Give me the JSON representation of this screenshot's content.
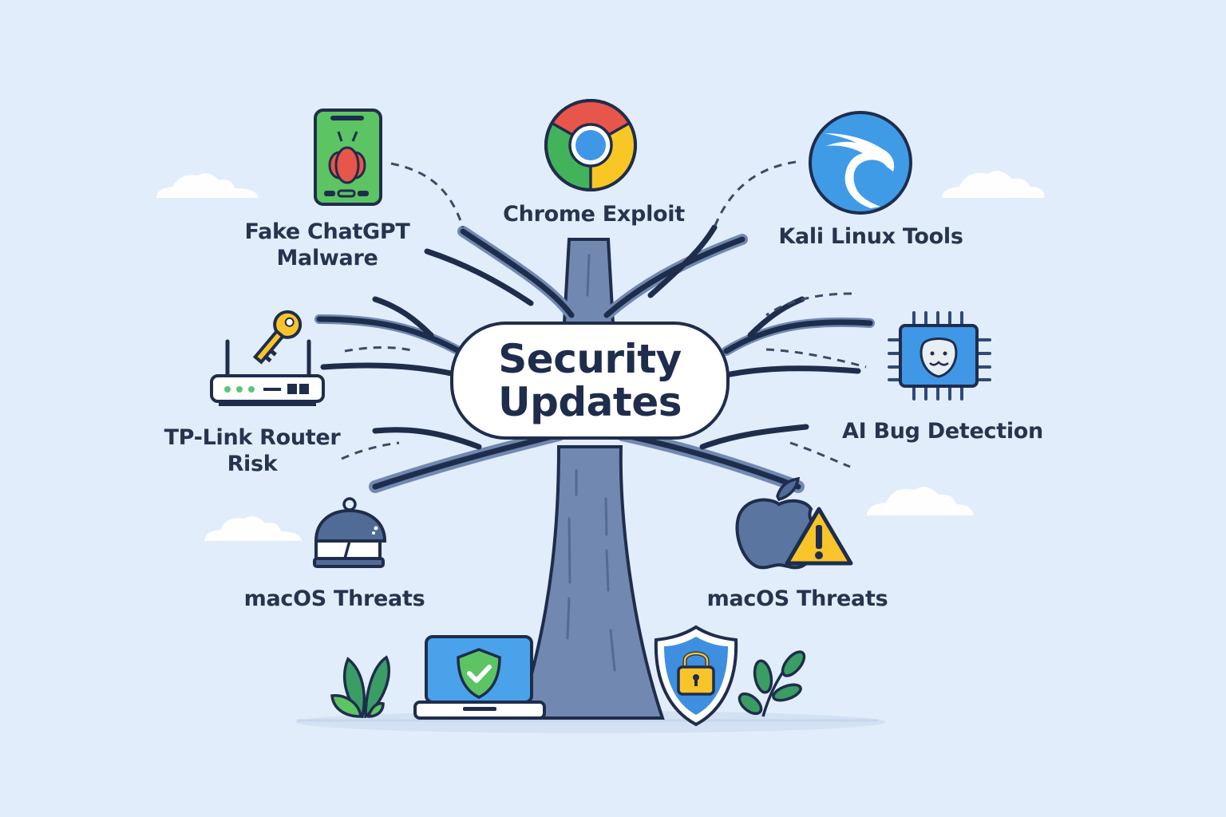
{
  "title": {
    "line1": "Security",
    "line2": "Updates"
  },
  "topics": [
    {
      "label_line1": "Fake ChatGPT",
      "label_line2": "Malware",
      "icon": "bug-phone-icon"
    },
    {
      "label_line1": "Chrome Exploit",
      "label_line2": "",
      "icon": "chrome-icon"
    },
    {
      "label_line1": "Kali Linux Tools",
      "label_line2": "",
      "icon": "kali-dragon-icon"
    },
    {
      "label_line1": "TP-Link Router",
      "label_line2": "Risk",
      "icon": "router-key-icon"
    },
    {
      "label_line1": "AI Bug Detection",
      "label_line2": "",
      "icon": "ai-chip-icon"
    },
    {
      "label_line1": "macOS Threats",
      "label_line2": "",
      "icon": "mac-hat-icon"
    },
    {
      "label_line1": "macOS Threats",
      "label_line2": "",
      "icon": "apple-warning-icon"
    }
  ],
  "footer_icons": [
    "laptop-shield-check-icon",
    "shield-lock-icon",
    "plant-icon"
  ],
  "colors": {
    "background": "#e2edfb",
    "ink": "#1f2d4d",
    "tree": "#7189b0",
    "chrome_red": "#e8554a",
    "chrome_green": "#43b35b",
    "chrome_yellow": "#f8c725",
    "chrome_blue": "#3f97e6",
    "kali_blue": "#3f9be6",
    "warning_yellow": "#f8c42a",
    "leaf_green": "#3a9d64"
  }
}
